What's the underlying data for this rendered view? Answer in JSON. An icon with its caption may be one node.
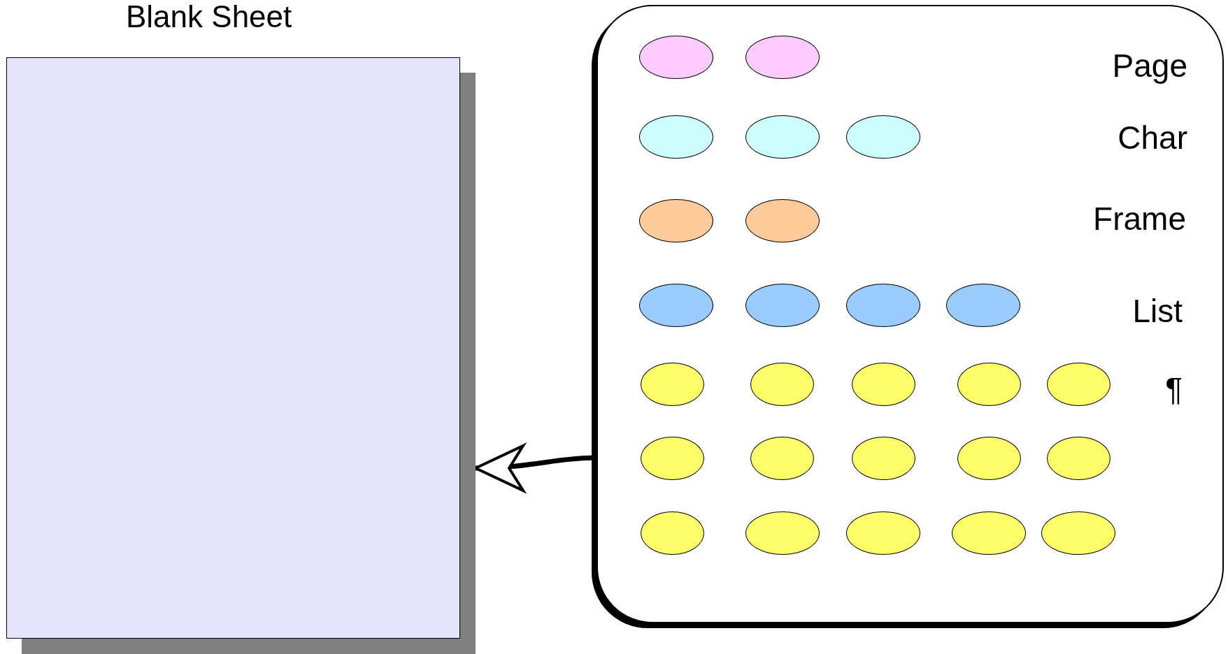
{
  "diagram": {
    "nodes": [
      {
        "text": [
          "Blank Sheet"
        ]
      },
      {
        "text": [
          "Page",
          "Char",
          "Frame",
          "List",
          "¶"
        ]
      },
      {
        "text": [],
        "shape": "ellipse",
        "in": 1
      },
      {
        "text": [],
        "shape": "ellipse",
        "in": 1
      },
      {
        "text": [],
        "shape": "ellipse",
        "in": 1
      },
      {
        "text": [],
        "shape": "ellipse",
        "in": 1
      },
      {
        "text": [],
        "shape": "ellipse",
        "in": 1
      },
      {
        "text": [],
        "shape": "ellipse",
        "in": 1
      },
      {
        "text": [],
        "shape": "ellipse",
        "in": 1
      },
      {
        "text": [],
        "shape": "ellipse",
        "in": 1
      },
      {
        "text": [],
        "shape": "ellipse",
        "in": 1
      },
      {
        "text": [],
        "shape": "ellipse",
        "in": 1
      },
      {
        "text": [],
        "shape": "ellipse",
        "in": 1
      },
      {
        "text": [],
        "shape": "ellipse",
        "in": 1
      },
      {
        "text": [],
        "shape": "ellipse",
        "in": 1
      },
      {
        "text": [],
        "shape": "ellipse",
        "in": 1
      },
      {
        "text": [],
        "shape": "ellipse",
        "in": 1
      },
      {
        "text": [],
        "shape": "ellipse",
        "in": 1
      },
      {
        "text": [],
        "shape": "ellipse",
        "in": 1
      },
      {
        "text": [],
        "shape": "ellipse",
        "in": 1
      },
      {
        "text": [],
        "shape": "ellipse",
        "in": 1
      },
      {
        "text": [],
        "shape": "ellipse",
        "in": 1
      },
      {
        "text": [],
        "shape": "ellipse",
        "in": 1
      },
      {
        "text": [],
        "shape": "ellipse",
        "in": 1
      },
      {
        "text": [],
        "shape": "ellipse",
        "in": 1
      },
      {
        "text": [],
        "shape": "ellipse",
        "in": 1
      },
      {
        "text": [],
        "shape": "ellipse",
        "in": 1
      },
      {
        "text": [],
        "shape": "ellipse",
        "in": 1
      }
    ],
    "edges": [
      {
        "from": 1,
        "to": 0,
        "arrow": "to"
      }
    ]
  }
}
